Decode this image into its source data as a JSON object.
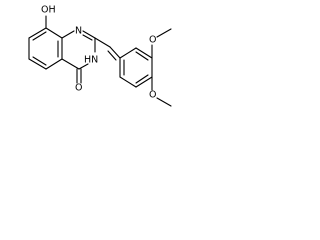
{
  "molecule": {
    "atom_labels": {
      "oh": "OH",
      "n_ring": "N",
      "nh": "HN",
      "carbonyl_o": "O",
      "ome_top": "O",
      "ome_bottom": "O"
    }
  }
}
